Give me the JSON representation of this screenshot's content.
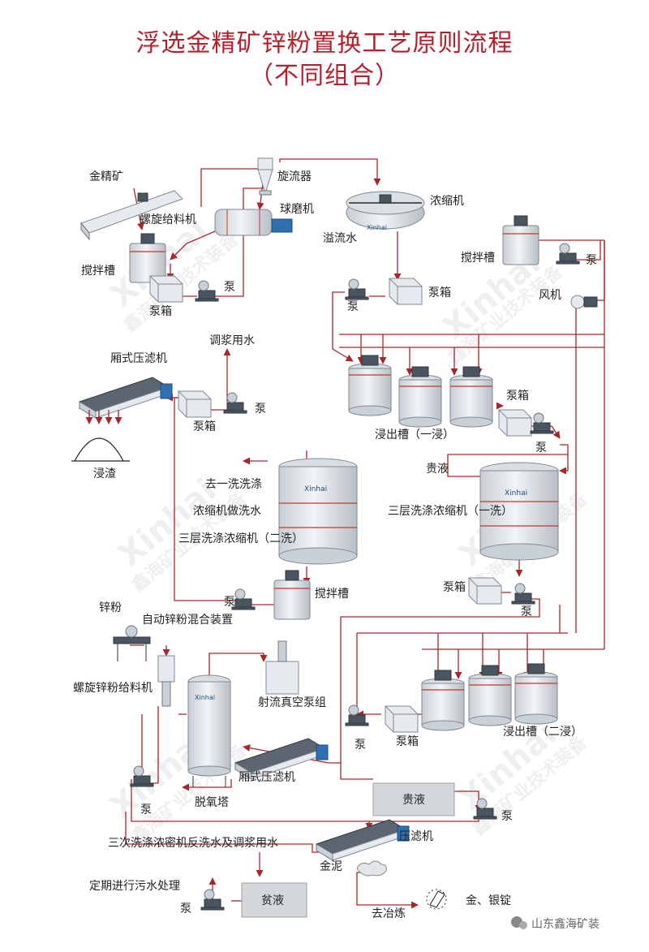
{
  "title": {
    "line1": "浮选金精矿锌粉置换工艺原则流程",
    "line2": "（不同组合）"
  },
  "labels": {
    "jin_jing_kuang": "金精矿",
    "luo_xuan_gei_liao_ji": "螺旋给料机",
    "xuan_liu_qi": "旋流器",
    "qiu_mo_ji": "球磨机",
    "nong_suo_ji": "浓缩机",
    "yi_liu_shui": "溢流水",
    "jiao_ban_cao_1": "搅拌槽",
    "beng_1": "泵",
    "beng_xiang_1": "泵箱",
    "jiao_ban_cao_2": "搅拌槽",
    "beng_2": "泵",
    "beng_3": "泵",
    "beng_xiang_2": "泵箱",
    "feng_ji": "风机",
    "tiao_jiang_yong_shui": "调浆用水",
    "xiang_shi_ya_lv_ji_1": "厢式压滤机",
    "beng_4": "泵",
    "beng_xiang_3": "泵箱",
    "jin_zha": "浸渣",
    "jin_chu_cao_1": "浸出槽（一浸）",
    "beng_xiang_4": "泵箱",
    "beng_5": "泵",
    "gui_ye_1": "贵液",
    "qu_yi_xi": "去一洗洗涤",
    "nong_suo_ji_zuo_xi_shui": "浓缩机做洗水",
    "san_ceng_er_xi": "三层洗涤浓缩机（二洗）",
    "san_ceng_yi_xi": "三层洗涤浓缩机（一洗）",
    "jiao_ban_cao_3": "搅拌槽",
    "beng_6": "泵",
    "beng_xiang_5": "泵箱",
    "beng_7": "泵",
    "xin_fen": "锌粉",
    "zi_dong_xin_fen": "自动锌粉混合装置",
    "luo_xuan_xin_fen": "螺旋锌粉给料机",
    "she_liu_zhen_kong": "射流真空泵组",
    "beng_8": "泵",
    "beng_xiang_6": "泵箱",
    "jin_chu_cao_2": "浸出槽（二浸）",
    "xiang_shi_ya_lv_ji_2": "厢式压滤机",
    "tuo_yang_ta": "脱氧塔",
    "beng_9": "泵",
    "gui_ye_2": "贵液",
    "beng_10": "泵",
    "san_ci_xi_di": "三次洗涤浓密机反洗水及调浆用水",
    "ya_lv_ji": "压滤机",
    "jin_ni": "金泥",
    "ding_qi_wu_shui": "定期进行污水处理",
    "beng_11": "泵",
    "pin_ye": "贫液",
    "qu_ye_lian": "去冶炼",
    "jin_yin_ding": "金、银锭"
  },
  "equipment_brand": "Xinhai",
  "watermark": {
    "brand": "Xinhai",
    "cn": "鑫海矿业技术装备"
  },
  "footer": {
    "account": "山东鑫海矿装"
  },
  "colors": {
    "title": "#b5202a",
    "flow_line": "#a8262b",
    "tank_stripe": "#c0392b"
  }
}
